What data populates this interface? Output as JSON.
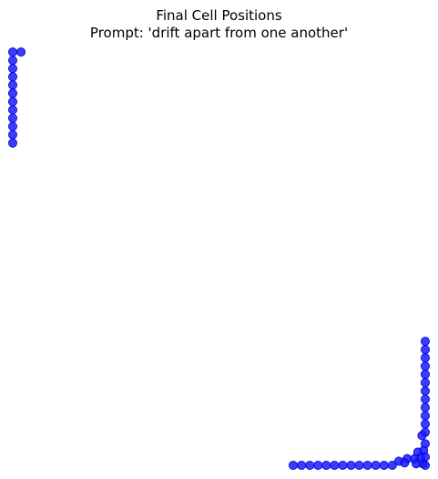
{
  "chart_data": {
    "type": "scatter",
    "title": "Final Cell Positions",
    "subtitle": "Prompt: 'drift apart from one another'",
    "xlabel": "",
    "ylabel": "",
    "axes_visible": false,
    "grid": false,
    "xlim": [
      0,
      50
    ],
    "ylim": [
      0,
      50
    ],
    "marker_color": "#1a1aff",
    "series": [
      {
        "points": [
          [
            0,
            50
          ],
          [
            1,
            50
          ],
          [
            0,
            49
          ],
          [
            0,
            48
          ],
          [
            0,
            47
          ],
          [
            0,
            46
          ],
          [
            0,
            45
          ],
          [
            0,
            44
          ],
          [
            0,
            43
          ],
          [
            0,
            42
          ],
          [
            0,
            41
          ],
          [
            0,
            40
          ],
          [
            0,
            39
          ],
          [
            50,
            15
          ],
          [
            50,
            14
          ],
          [
            50,
            13
          ],
          [
            50,
            12
          ],
          [
            50,
            11
          ],
          [
            50,
            10
          ],
          [
            50,
            9
          ],
          [
            50,
            8
          ],
          [
            50,
            7
          ],
          [
            50,
            6
          ],
          [
            50,
            5
          ],
          [
            50,
            4
          ],
          [
            49.6,
            3.6
          ],
          [
            50,
            2.6
          ],
          [
            49.8,
            1.8
          ],
          [
            49.1,
            1.6
          ],
          [
            50,
            1
          ],
          [
            49.4,
            0.9
          ],
          [
            48.7,
            0.8
          ],
          [
            47.8,
            0.8
          ],
          [
            46.8,
            0.5
          ],
          [
            47.5,
            0.3
          ],
          [
            48.9,
            0.2
          ],
          [
            49.7,
            0.2
          ],
          [
            50,
            0
          ],
          [
            46,
            0
          ],
          [
            45,
            0
          ],
          [
            44,
            0
          ],
          [
            43,
            0
          ],
          [
            42,
            0
          ],
          [
            41,
            0
          ],
          [
            40,
            0
          ],
          [
            39,
            0
          ],
          [
            38,
            0
          ],
          [
            37,
            0
          ],
          [
            36,
            0
          ],
          [
            35,
            0
          ],
          [
            34,
            0
          ]
        ]
      }
    ]
  }
}
